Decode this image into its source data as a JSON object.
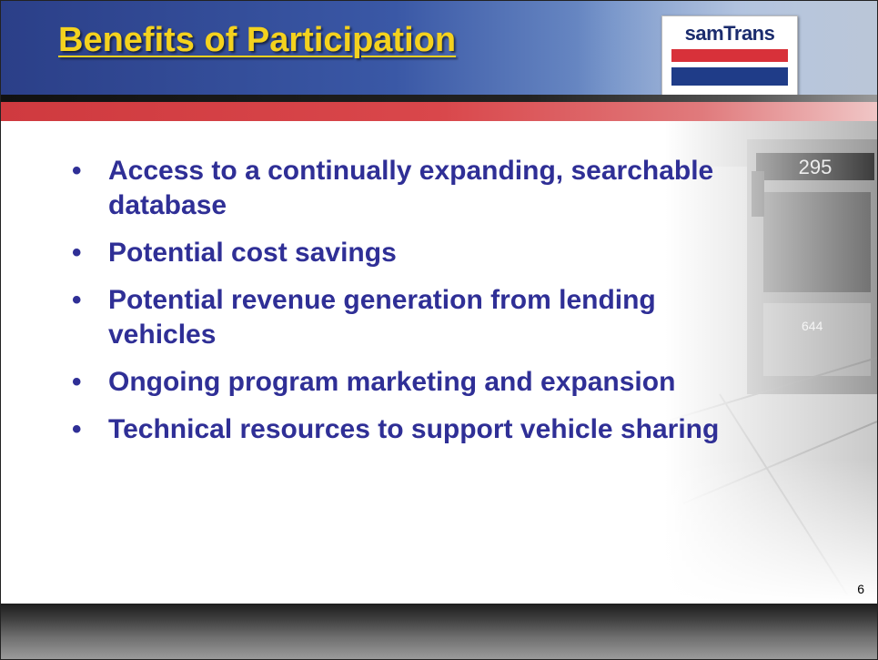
{
  "slide": {
    "title": "Benefits of Participation",
    "logo_text": "samTrans",
    "bullets": [
      "Access to a continually expanding, searchable database",
      "Potential cost savings",
      "Potential revenue generation from lending vehicles",
      "Ongoing program marketing and expansion",
      "Technical resources to support vehicle sharing"
    ],
    "bullet_symbol": "•",
    "page_number": "6",
    "photo_labels": {
      "route_number": "295",
      "bus_number": "644"
    }
  },
  "colors": {
    "header_blue": "#2b3f88",
    "title_yellow": "#f4d21e",
    "accent_red": "#d9474b",
    "bullet_text": "#2f2f96",
    "logo_blue": "#1f3c88",
    "logo_red": "#d8313a"
  },
  "icons": {
    "logo": "samtrans-logo-icon",
    "photo": "bus-photo-icon"
  }
}
